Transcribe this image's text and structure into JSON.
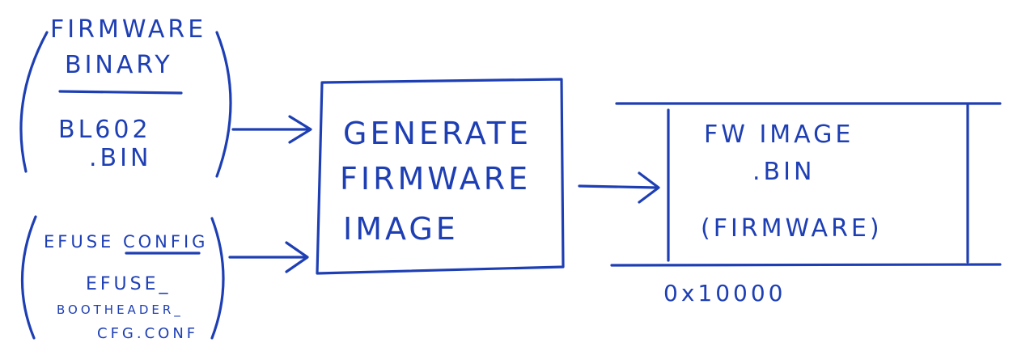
{
  "colors": {
    "ink": "#1e3fb4",
    "background": "#ffffff"
  },
  "input_firmware": {
    "title_line1": "FIRMWARE",
    "title_line2": "BINARY",
    "file_line1": "BL602",
    "file_line2": ".BIN"
  },
  "input_efuse": {
    "title": "EFUSE CONFIG",
    "file_line1": "EFUSE_",
    "file_line2": "BOOTHEADER_",
    "file_line3": "CFG.CONF"
  },
  "process": {
    "line1": "GENERATE",
    "line2": "FIRMWARE",
    "line3": "IMAGE"
  },
  "output": {
    "line1": "FW IMAGE",
    "line2": ".BIN",
    "line3": "(FIRMWARE)",
    "address": "0x10000"
  }
}
